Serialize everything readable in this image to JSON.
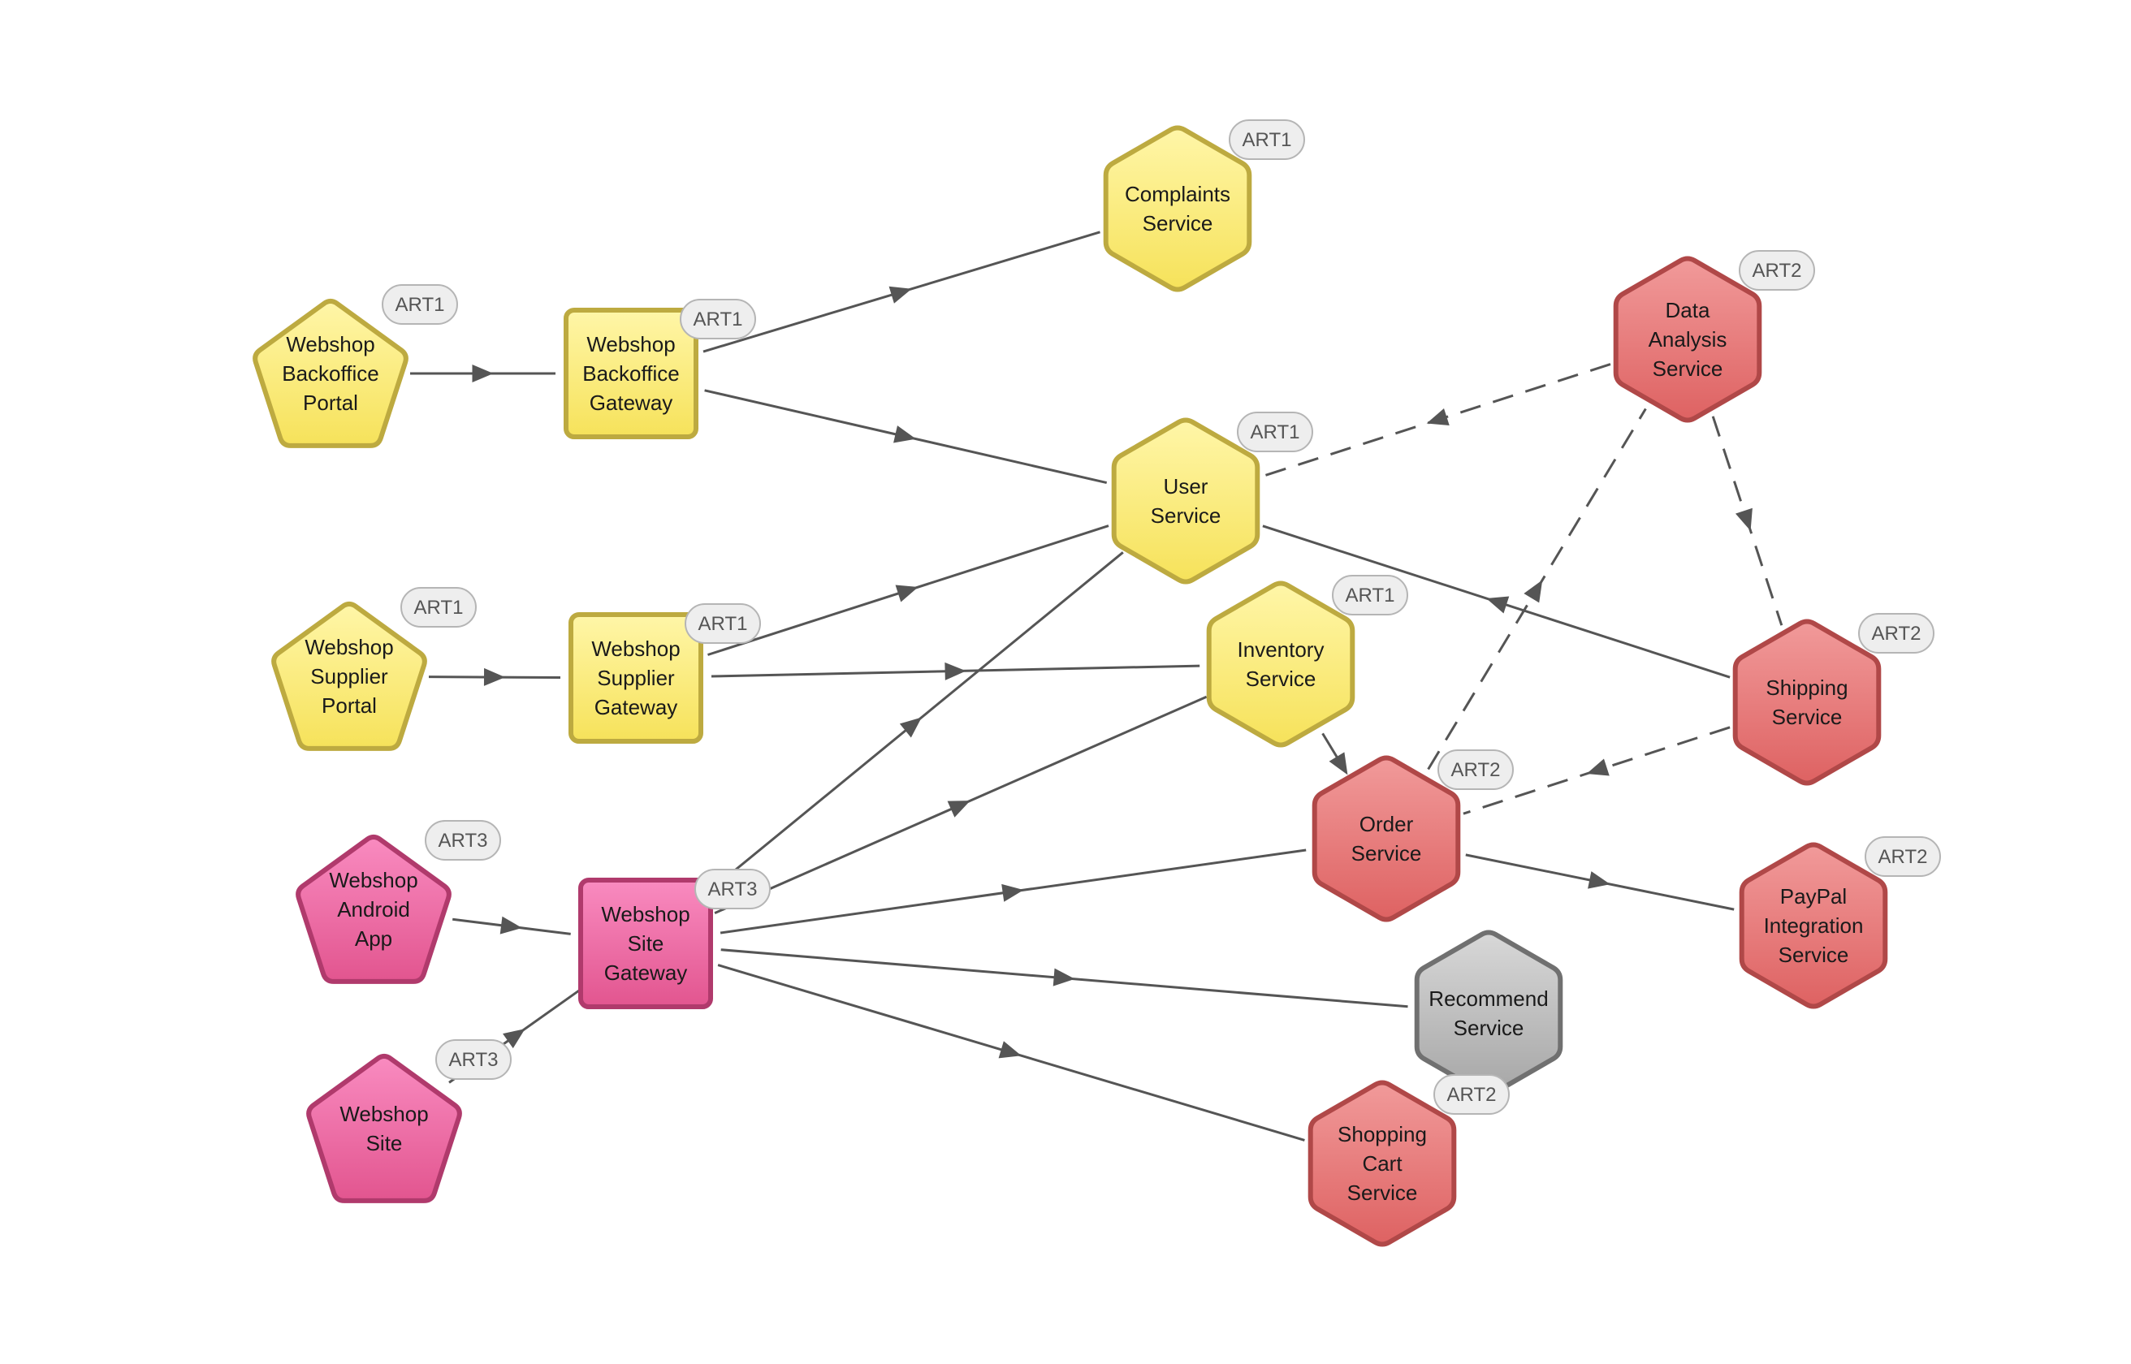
{
  "colors": {
    "yellow_fill": "#FBEA6A",
    "yellow_stroke": "#BDAA40",
    "pink_fill": "#EC5F9A",
    "pink_stroke": "#B03A6C",
    "red_fill": "#E66E6E",
    "red_stroke": "#B04848",
    "gray_fill": "#B8B8B8",
    "gray_stroke": "#707070",
    "edge": "#555555",
    "tag_fill": "#EEEEEE",
    "tag_stroke": "#B5B5B5"
  },
  "nodes": [
    {
      "id": "webshop-backoffice-portal",
      "lines": [
        "Webshop",
        "Backoffice",
        "Portal"
      ],
      "shape": "pentagon",
      "color": "yellow",
      "tag": "ART1"
    },
    {
      "id": "webshop-backoffice-gateway",
      "lines": [
        "Webshop",
        "Backoffice",
        "Gateway"
      ],
      "shape": "square",
      "color": "yellow",
      "tag": "ART1"
    },
    {
      "id": "complaints-service",
      "lines": [
        "Complaints",
        "Service"
      ],
      "shape": "hexagon",
      "color": "yellow",
      "tag": "ART1"
    },
    {
      "id": "user-service",
      "lines": [
        "User",
        "Service"
      ],
      "shape": "hexagon",
      "color": "yellow",
      "tag": "ART1"
    },
    {
      "id": "webshop-supplier-portal",
      "lines": [
        "Webshop",
        "Supplier",
        "Portal"
      ],
      "shape": "pentagon",
      "color": "yellow",
      "tag": "ART1"
    },
    {
      "id": "webshop-supplier-gateway",
      "lines": [
        "Webshop",
        "Supplier",
        "Gateway"
      ],
      "shape": "square",
      "color": "yellow",
      "tag": "ART1"
    },
    {
      "id": "inventory-service",
      "lines": [
        "Inventory",
        "Service"
      ],
      "shape": "hexagon",
      "color": "yellow",
      "tag": "ART1"
    },
    {
      "id": "data-analysis-service",
      "lines": [
        "Data",
        "Analysis",
        "Service"
      ],
      "shape": "hexagon",
      "color": "red",
      "tag": "ART2"
    },
    {
      "id": "shipping-service",
      "lines": [
        "Shipping",
        "Service"
      ],
      "shape": "hexagon",
      "color": "red",
      "tag": "ART2"
    },
    {
      "id": "order-service",
      "lines": [
        "Order",
        "Service"
      ],
      "shape": "hexagon",
      "color": "red",
      "tag": "ART2"
    },
    {
      "id": "paypal-integration-service",
      "lines": [
        "PayPal",
        "Integration",
        "Service"
      ],
      "shape": "hexagon",
      "color": "red",
      "tag": "ART2"
    },
    {
      "id": "webshop-android-app",
      "lines": [
        "Webshop",
        "Android",
        "App"
      ],
      "shape": "pentagon",
      "color": "pink",
      "tag": "ART3"
    },
    {
      "id": "webshop-site-gateway",
      "lines": [
        "Webshop",
        "Site",
        "Gateway"
      ],
      "shape": "square",
      "color": "pink",
      "tag": "ART3"
    },
    {
      "id": "webshop-site",
      "lines": [
        "Webshop",
        "Site"
      ],
      "shape": "pentagon",
      "color": "pink",
      "tag": "ART3"
    },
    {
      "id": "recommend-service",
      "lines": [
        "Recommend",
        "Service"
      ],
      "shape": "hexagon",
      "color": "gray",
      "tag": ""
    },
    {
      "id": "shopping-cart-service",
      "lines": [
        "Shopping",
        "Cart",
        "Service"
      ],
      "shape": "hexagon",
      "color": "red",
      "tag": "ART2"
    }
  ],
  "edges": [
    {
      "from": "webshop-backoffice-portal",
      "to": "webshop-backoffice-gateway",
      "style": "solid"
    },
    {
      "from": "webshop-backoffice-gateway",
      "to": "complaints-service",
      "style": "solid"
    },
    {
      "from": "webshop-backoffice-gateway",
      "to": "user-service",
      "style": "solid"
    },
    {
      "from": "webshop-supplier-portal",
      "to": "webshop-supplier-gateway",
      "style": "solid"
    },
    {
      "from": "webshop-supplier-gateway",
      "to": "user-service",
      "style": "solid"
    },
    {
      "from": "webshop-supplier-gateway",
      "to": "inventory-service",
      "style": "solid"
    },
    {
      "from": "webshop-android-app",
      "to": "webshop-site-gateway",
      "style": "solid"
    },
    {
      "from": "webshop-site",
      "to": "webshop-site-gateway",
      "style": "solid"
    },
    {
      "from": "webshop-site-gateway",
      "to": "user-service",
      "style": "solid"
    },
    {
      "from": "webshop-site-gateway",
      "to": "inventory-service",
      "style": "solid"
    },
    {
      "from": "webshop-site-gateway",
      "to": "order-service",
      "style": "solid"
    },
    {
      "from": "webshop-site-gateway",
      "to": "recommend-service",
      "style": "solid"
    },
    {
      "from": "webshop-site-gateway",
      "to": "shopping-cart-service",
      "style": "solid"
    },
    {
      "from": "inventory-service",
      "to": "order-service",
      "style": "solid"
    },
    {
      "from": "order-service",
      "to": "paypal-integration-service",
      "style": "solid"
    },
    {
      "from": "shipping-service",
      "to": "user-service",
      "style": "solid"
    },
    {
      "from": "data-analysis-service",
      "to": "user-service",
      "style": "dashed"
    },
    {
      "from": "data-analysis-service",
      "to": "shipping-service",
      "style": "dashed"
    },
    {
      "from": "order-service",
      "to": "data-analysis-service",
      "style": "dashed"
    },
    {
      "from": "shipping-service",
      "to": "order-service",
      "style": "dashed"
    }
  ]
}
